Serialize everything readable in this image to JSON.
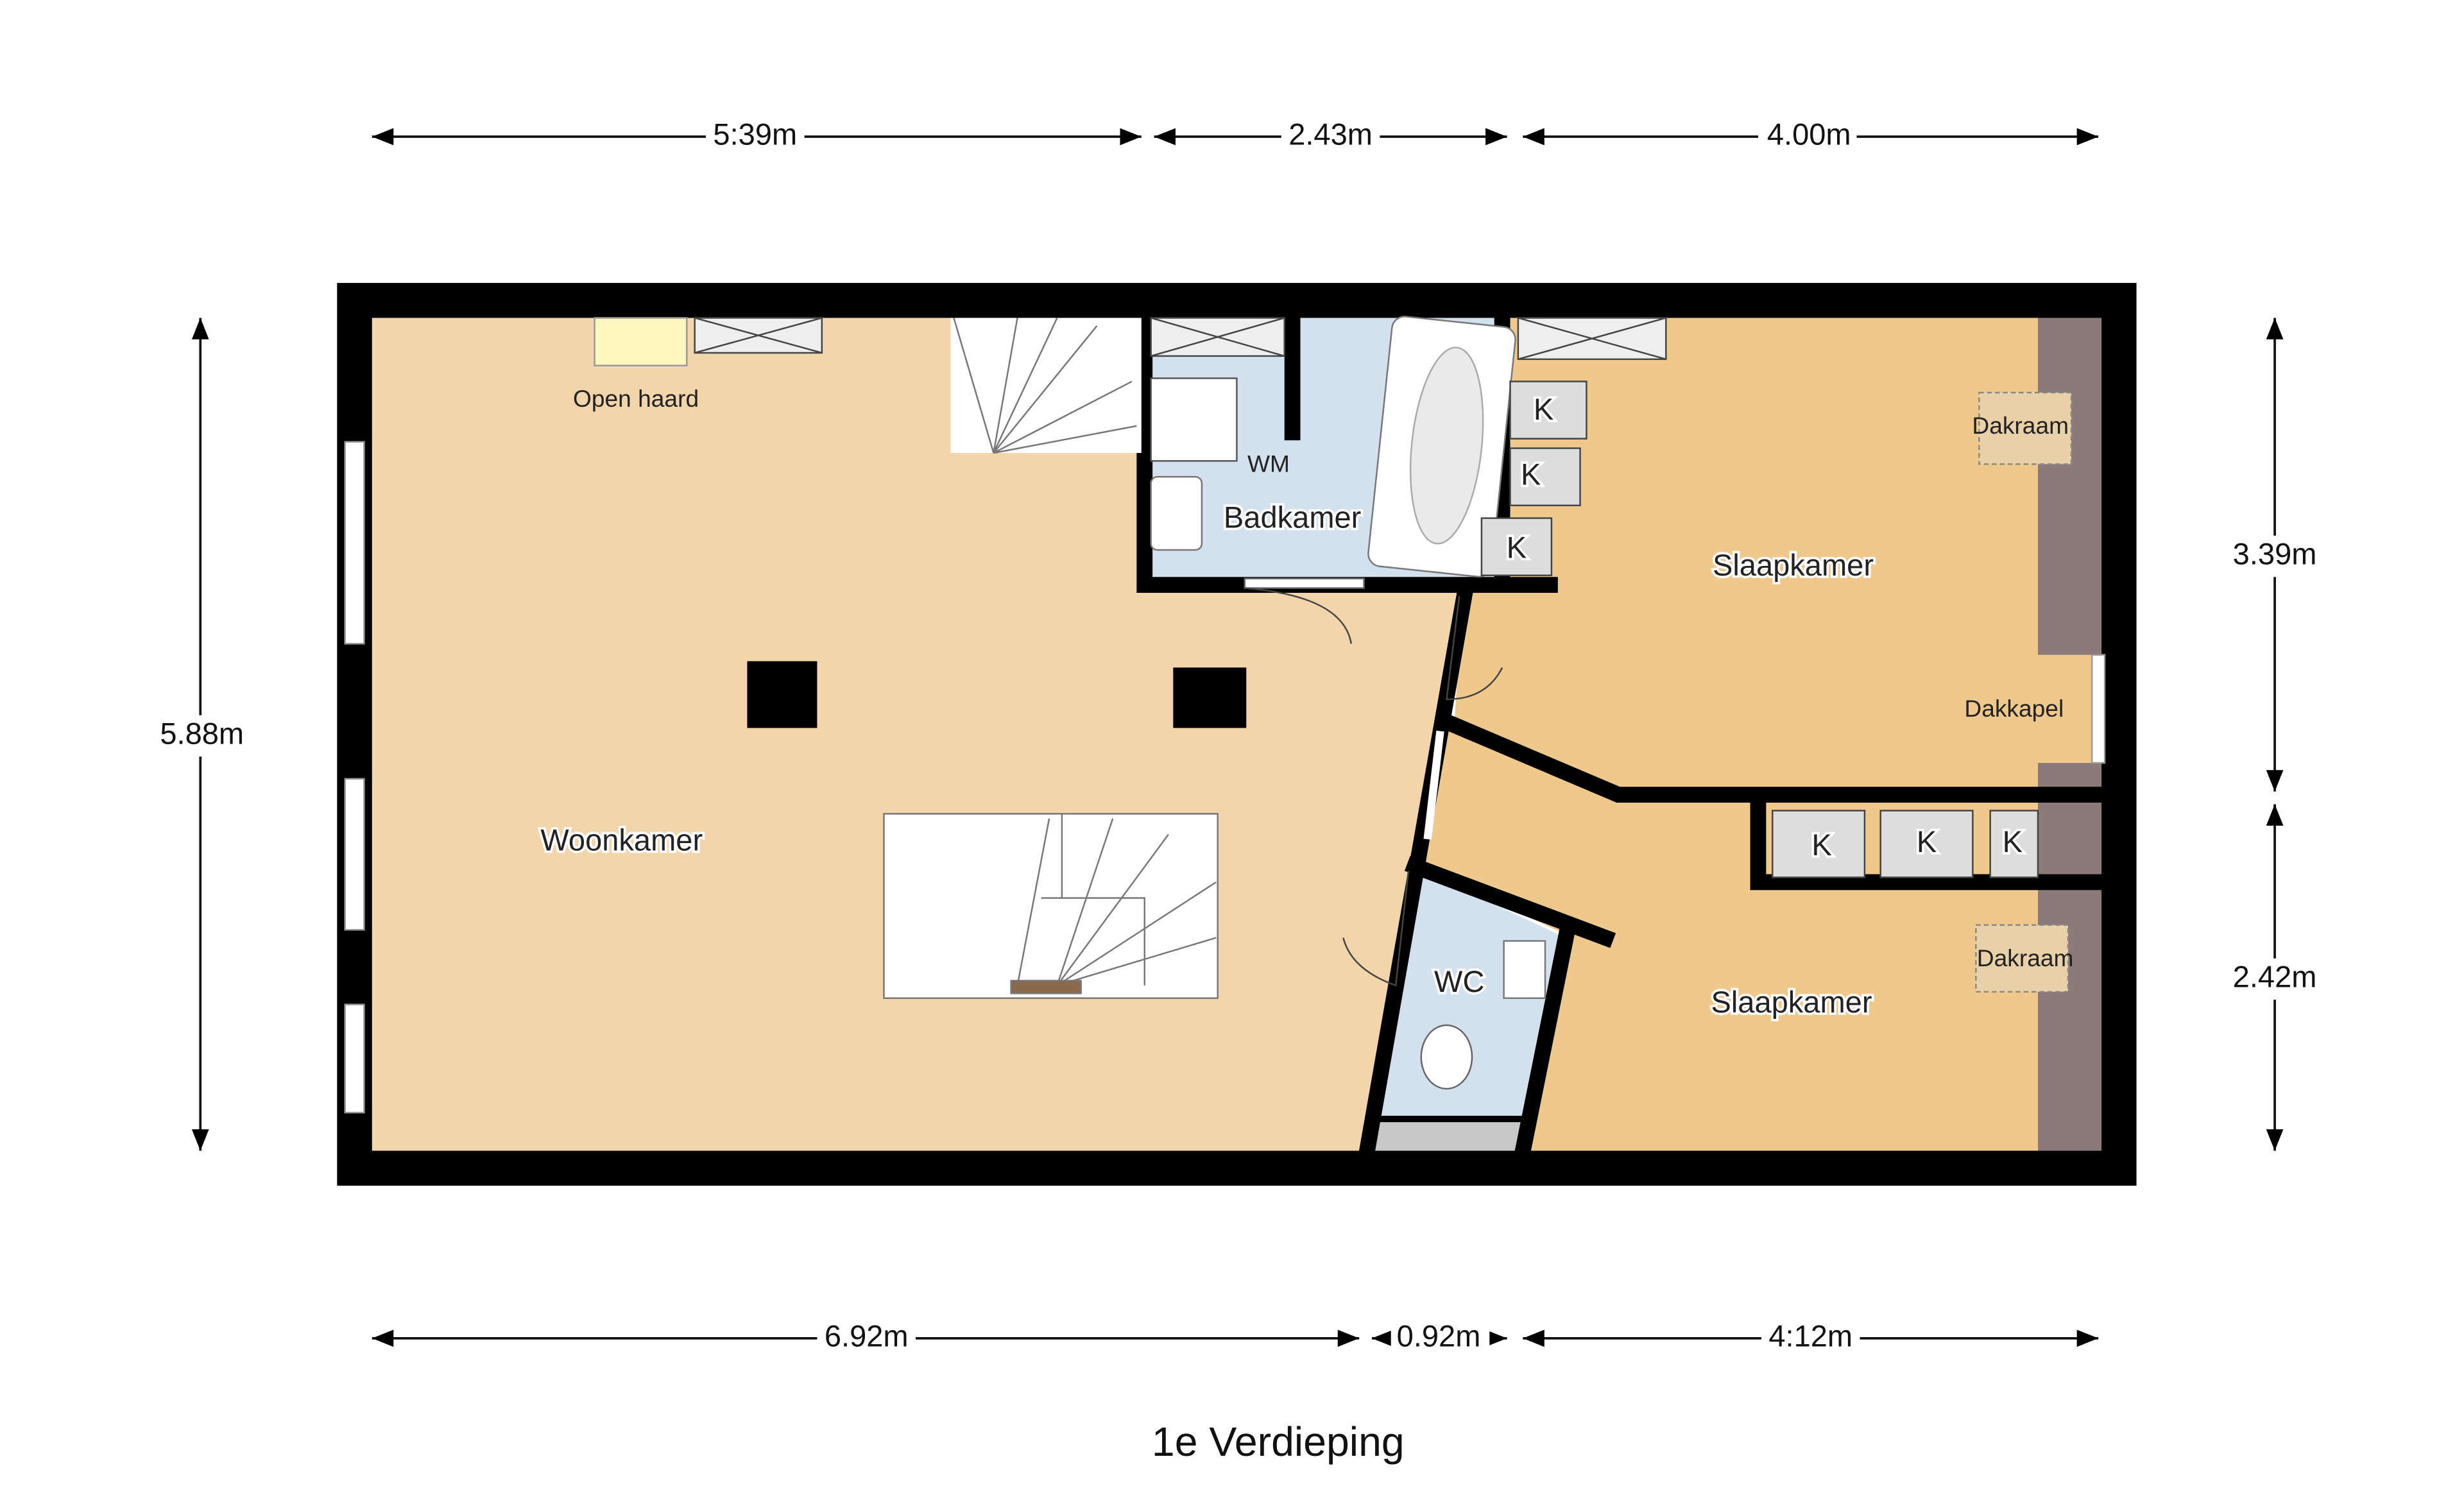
{
  "title": "1e Verdieping",
  "dimensions": {
    "top": [
      "5:39m",
      "2.43m",
      "4.00m"
    ],
    "bottom": [
      "6.92m",
      "0.92m",
      "4:12m"
    ],
    "left": "5.88m",
    "right": [
      "3.39m",
      "2.42m"
    ]
  },
  "rooms": {
    "woonkamer": "Woonkamer",
    "badkamer": "Badkamer",
    "slaapkamer_top": "Slaapkamer",
    "slaapkamer_bottom": "Slaapkamer",
    "wc": "WC"
  },
  "labels": {
    "open_haard": "Open haard",
    "wm": "WM",
    "dakraam_top": "Dakraam",
    "dakraam_bottom": "Dakraam",
    "dakkapel": "Dakkapel",
    "kast": "K"
  },
  "colors": {
    "woonkamer": "#f2d5aa",
    "slaapkamer": "#efc88c",
    "bathroom": "#d3e0ee",
    "roof_strip": "#8c7a7a"
  }
}
